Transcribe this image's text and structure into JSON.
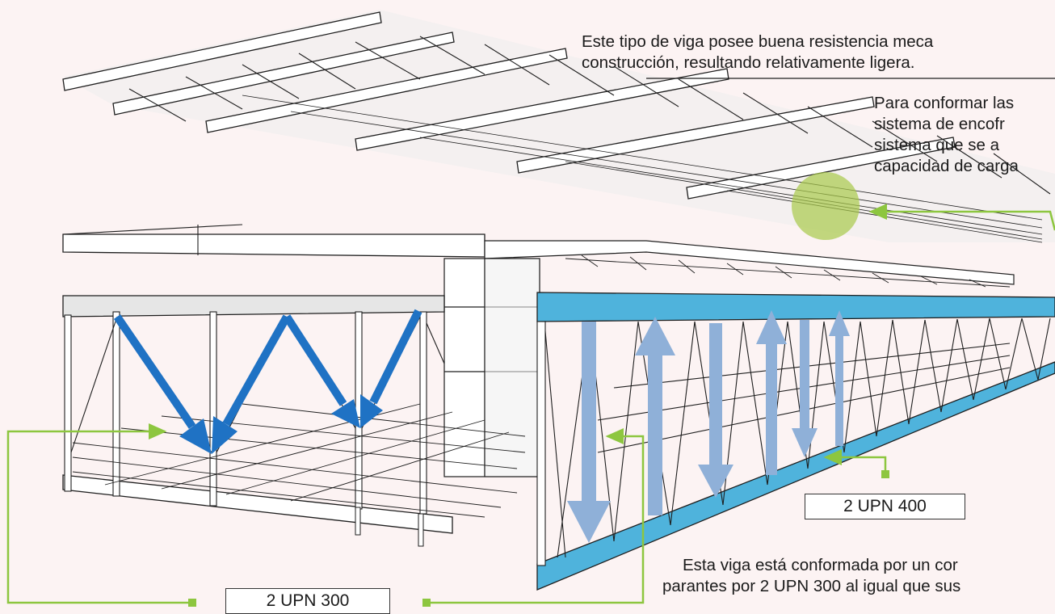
{
  "texts": {
    "top_line1": "Este tipo de viga posee buena resistencia meca",
    "top_line2": "construcción, resultando relativamente ligera.",
    "right_line1": "Para conformar las",
    "right_line2": "sistema de encofr",
    "right_line3": "sistema que se a",
    "right_line4": "capacidad de carga",
    "bottom_line1": "Esta viga está conformada por un cor",
    "bottom_line2": "parantes por 2 UPN 300 al igual que sus"
  },
  "labels": {
    "upn400": "2 UPN 400",
    "upn300": "2 UPN 300"
  },
  "colors": {
    "background": "#fcf3f3",
    "callout_green": "#8dc63f",
    "highlight_green": "#a8c94a",
    "chord_blue": "#4fb3dc",
    "load_arrow_blue": "#1f72c4",
    "force_arrow_blue": "#8fb0d8",
    "steel_outline": "#1e1e1e"
  }
}
